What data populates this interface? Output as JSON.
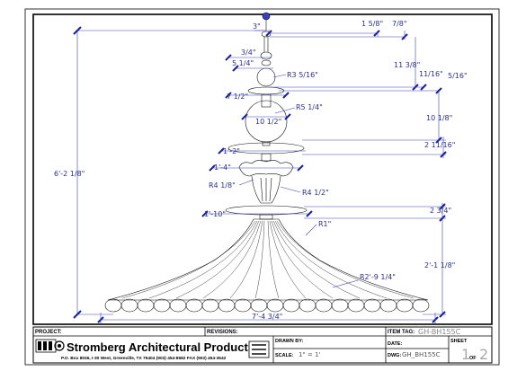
{
  "dimensions": {
    "d_3": "3\"",
    "d_1_5_8": "1 5/8\"",
    "d_7_8": "7/8\"",
    "d_3_4": "3/4\"",
    "d_5_1_4": "5 1/4\"",
    "d_r3_5_16": "R3 5/16\"",
    "d_11_3_8": "11 3/8\"",
    "d_11_16": "11/16\"",
    "d_5_16": "5/16\"",
    "d_7_1_2": "7 1/2\"",
    "d_r5_1_4": "R5 1/4\"",
    "d_10_1_2": "10 1/2\"",
    "d_10_1_8": "10 1/8\"",
    "d_1_2": "1'-2\"",
    "d_2_11_16": "2 11/16\"",
    "d_overall_height": "6'-2 1/8\"",
    "d_1_4": "1'-4\"",
    "d_r4_1_8": "R4 1/8\"",
    "d_r4_1_2": "R4 1/2\"",
    "d_1_10": "1'-10\"",
    "d_2_3_4": "2 3/4\"",
    "d_r1": "R1\"",
    "d_2_1_1_8": "2'-1 1/8\"",
    "d_r2_9_1_4": "R2'-9 1/4\"",
    "d_base_width": "7'-4 3/4\""
  },
  "title_block": {
    "project_label": "PROJECT:",
    "revisions_label": "REVISIONS:",
    "item_tag_label": "ITEM TAG:",
    "item_tag_value": "GH-BH155C",
    "company_name": "Stromberg Architectural Products",
    "company_address": "P.O. Box 8036, I-30 West, Greenville, TX 75404  (903) 454-8682  FAX (903) 454-3642",
    "drawn_by_label": "DRAWN BY:",
    "scale_label": "SCALE:",
    "scale_value": "1\" = 1'",
    "date_label": "DATE:",
    "dwg_label": "DWG:",
    "dwg_value": "GH_BH155C",
    "sheet_label": "SHEET",
    "sheet_number": "1",
    "of_label": "OF",
    "sheet_total": "2"
  }
}
